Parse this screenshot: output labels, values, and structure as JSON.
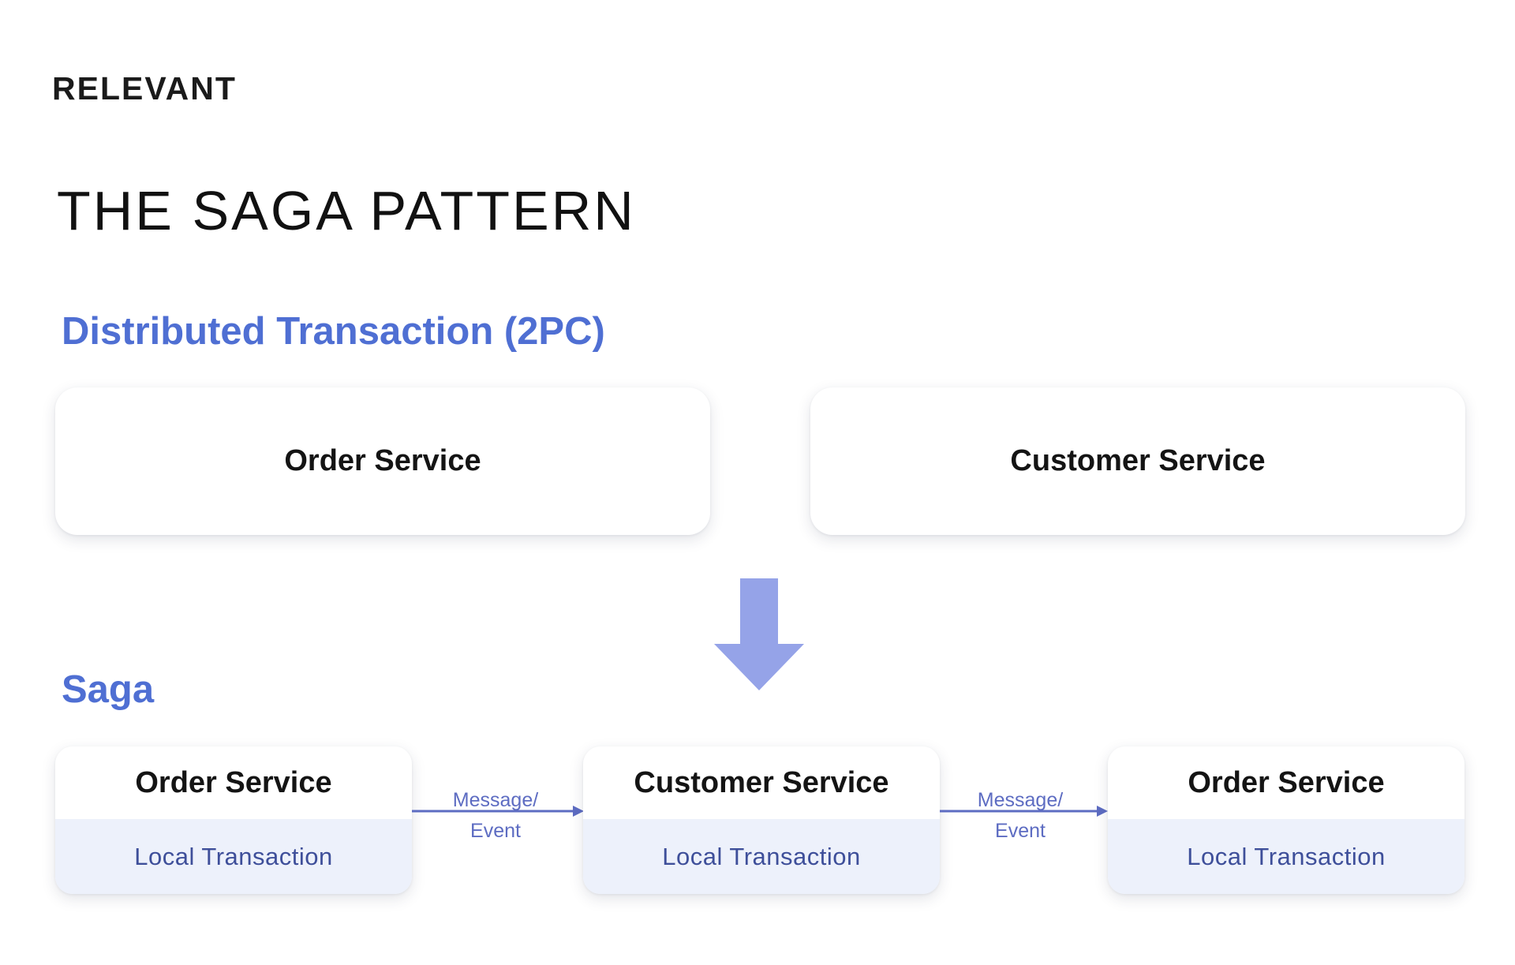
{
  "brand": "RELEVANT",
  "title": "THE SAGA PATTERN",
  "distributed": {
    "heading": "Distributed Transaction (2PC)",
    "services": [
      "Order Service",
      "Customer Service"
    ]
  },
  "saga": {
    "heading": "Saga",
    "steps": [
      {
        "service": "Order Service",
        "transaction": "Local Transaction"
      },
      {
        "service": "Customer Service",
        "transaction": "Local Transaction"
      },
      {
        "service": "Order Service",
        "transaction": "Local Transaction"
      }
    ],
    "connectors": [
      {
        "line1": "Message/",
        "line2": "Event"
      },
      {
        "line1": "Message/",
        "line2": "Event"
      }
    ]
  },
  "colors": {
    "heading": "#4f6fd3",
    "arrow": "#95a3e8",
    "connector": "#5d6cc2",
    "transaction_bg": "#edf1fb"
  },
  "icons": {
    "transition_arrow": "down-arrow-icon",
    "connector_arrow": "right-arrow-icon"
  }
}
